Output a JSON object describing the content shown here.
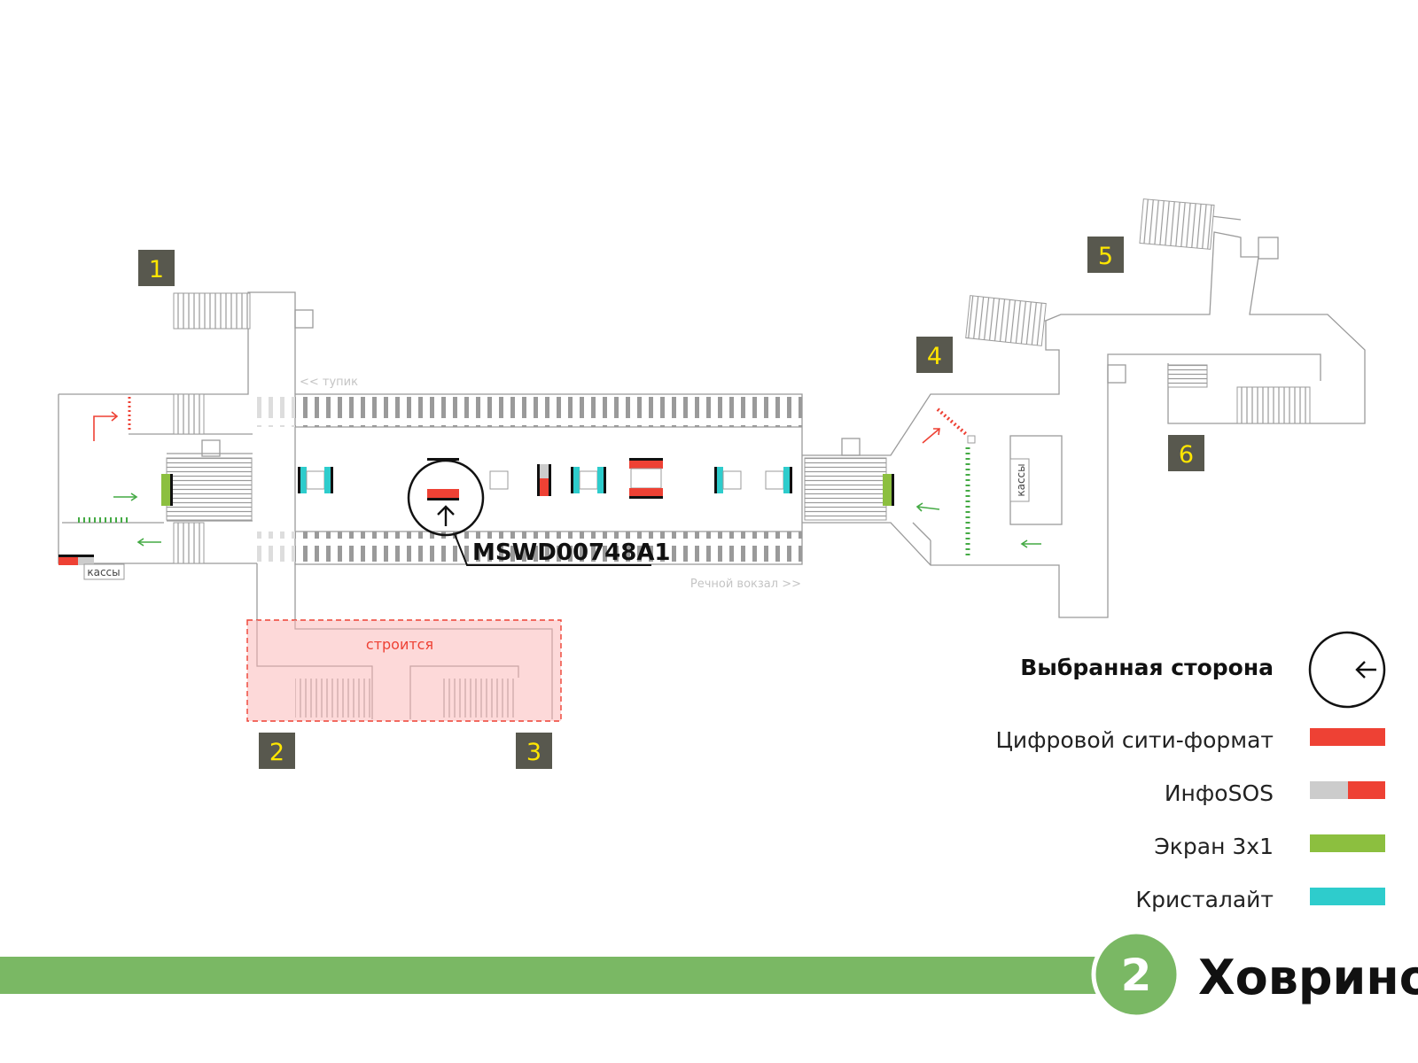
{
  "exits": [
    "1",
    "2",
    "3",
    "4",
    "5",
    "6"
  ],
  "labels": {
    "deadend": "<< тупик",
    "direction": "Речной вокзал >>",
    "tickets_left": "кассы",
    "tickets_right": "кассы",
    "construction": "строится",
    "selected_code": "MSWD00748A1"
  },
  "legend": {
    "title": "Выбранная сторона",
    "items": [
      {
        "label": "Цифровой сити-формат",
        "type": "digital-city-format",
        "colors": [
          "#ee4134"
        ]
      },
      {
        "label": "ИнфоSOS",
        "type": "info-sos",
        "colors": [
          "#cccccc",
          "#ee4134"
        ]
      },
      {
        "label": "Экран 3x1",
        "type": "screen-3x1",
        "colors": [
          "#8cbf3f"
        ]
      },
      {
        "label": "Кристалайт",
        "type": "crystalight",
        "colors": [
          "#2ecccc"
        ]
      }
    ]
  },
  "line": {
    "number": "2",
    "color": "#7ab864"
  },
  "station": "Ховрино",
  "colors": {
    "exit_badge": "#58584e",
    "exit_number": "#ffe600",
    "red": "#ee4134",
    "green": "#8cbf3f",
    "cyan": "#2ecccc",
    "construction_fill": "#fdd9d9"
  }
}
